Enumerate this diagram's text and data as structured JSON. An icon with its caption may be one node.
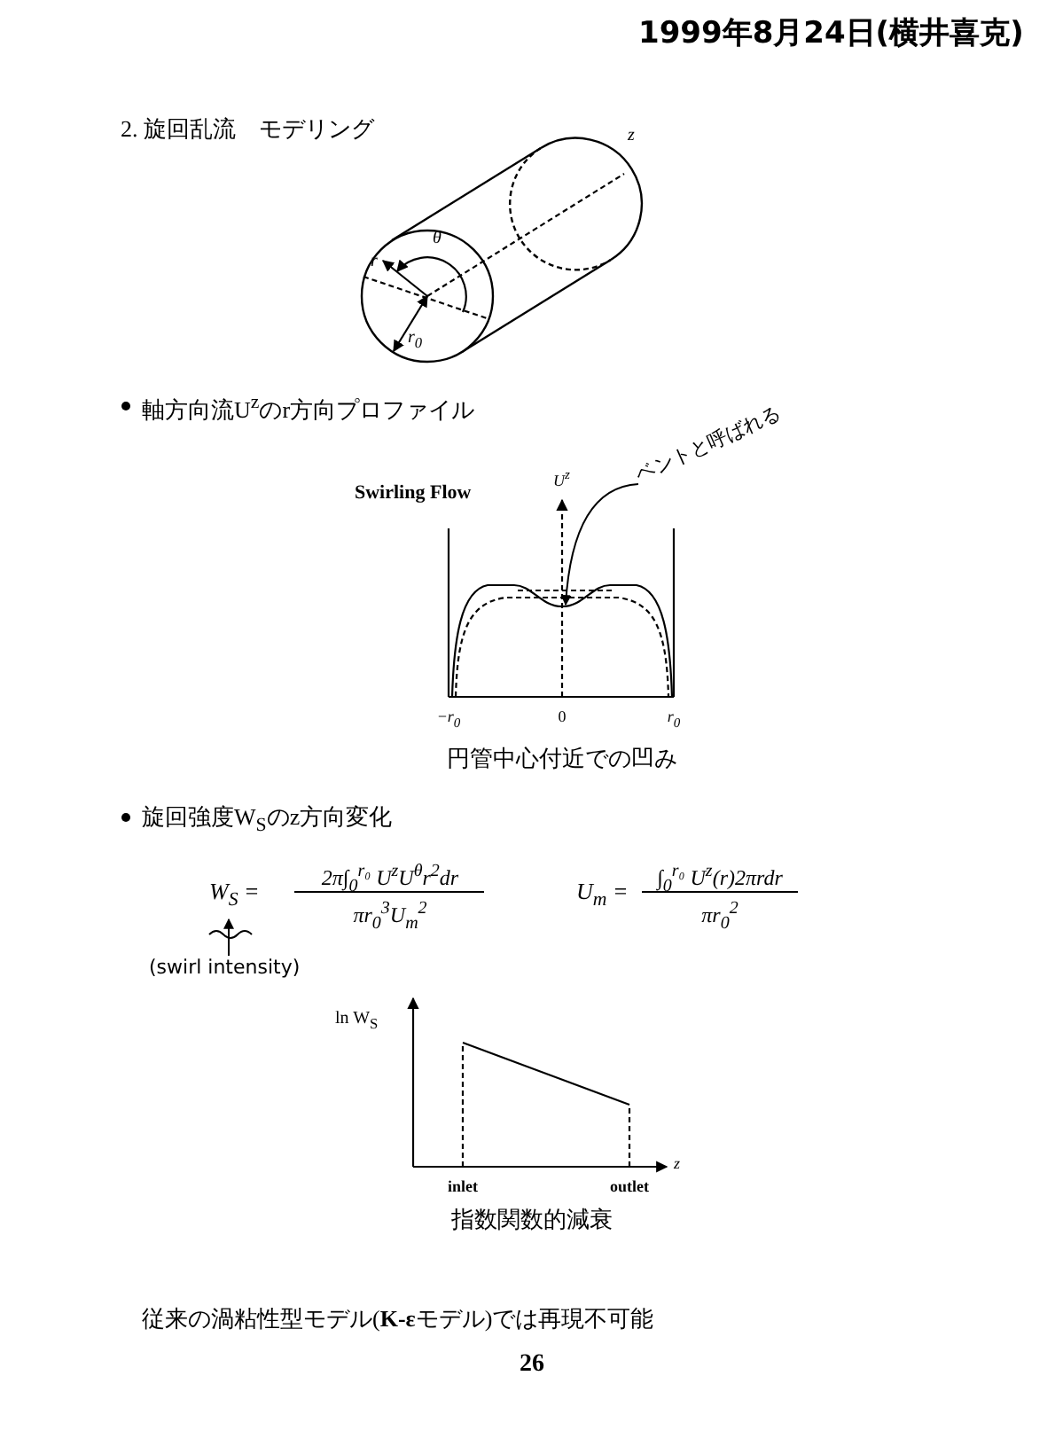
{
  "diagram": {
    "title": "2. 旋回乱流　モデリング",
    "nodes": [
      {
        "text": [
          "ベントと呼ばれる"
        ]
      },
      {
        "text": [
          "(swirl intensity)"
        ]
      },
      {
        "text": [
          "W$_{S}$ ="
        ]
      },
      {
        "text": [],
        "shape": "curve"
      }
    ],
    "edges": [
      {
        "from": 0,
        "to": 3,
        "arrow": "to"
      },
      {
        "from": 1,
        "to": 2,
        "arrow": "to"
      }
    ],
    "labels": [
      "1999年8月24日(横井喜克)",
      "z",
      "θ",
      "r",
      "r$_{0}$",
      "軸方向流U$^{z}$のr方向プロファイル",
      "Swirling Flow",
      "U$^{z}$",
      "−r$_{0}$",
      "0",
      "r$_{0}$",
      "円管中心付近での凹み",
      "旋回強度W$_{S}$のz方向変化",
      "2π∫$_{0}$$^{r₀}$ U$^{z}$U$^{θ}$r$^{2}$dr",
      "πr$_{0}$$^{3}$U$_{m}$$^{2}$",
      "U$_{m}$ =",
      "∫$_{0}$$^{r₀}$ U$^{z}$(r)2πrdr",
      "πr$_{0}$$^{2}$",
      "ln W$_{S}$",
      "z",
      "inlet",
      "outlet",
      "指数関数的減衰",
      "従来の渦粘性型モデル(**K-ε**モデル)では再現不可能",
      "26"
    ]
  }
}
